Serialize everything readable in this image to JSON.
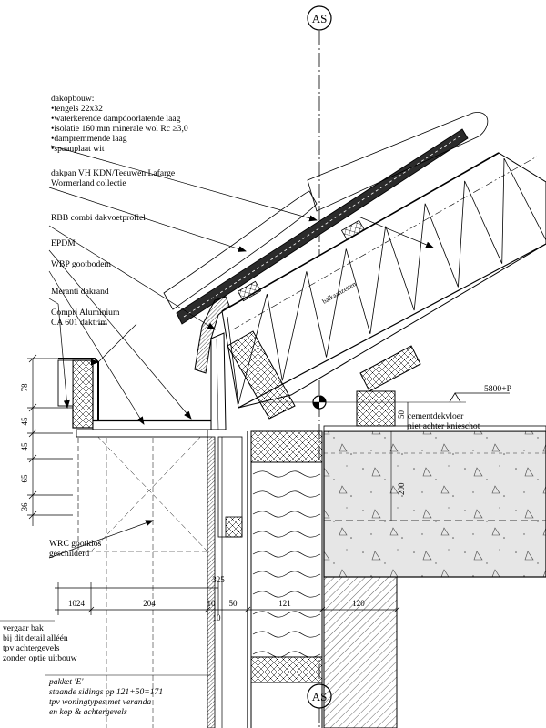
{
  "axis_marker": "AS",
  "roof_build_up": {
    "title": "dakopbouw:",
    "items": [
      "•tengels 22x32",
      "•waterkerende dampdoorlatende laag",
      "•isolatie 160 mm minerale wol Rc ≥3,0",
      "•dampremmende laag",
      "•spaanplaat wit"
    ]
  },
  "callouts": {
    "tile_line1": "dakpan VH KDN/Teeuwen Lafarge",
    "tile_line2": "Wormerland collectie",
    "eaves_profile": "RBB combi dakvoetprofiel",
    "epdm": "EPDM",
    "gutter_base": "WBP gootbodem",
    "meranti": "Meranti dakrand",
    "trim_line1": "Compri Aluminium",
    "trim_line2": "CA 601 daktrim",
    "gutter_block_line1": "WRC gootklos",
    "gutter_block_line2": "geschilderd",
    "floor_line1": "cementdekvloer",
    "floor_line2": "niet achter knieschot",
    "level": "5800+P",
    "rafter_label": "balkaanzetten"
  },
  "vertical_dims": [
    "78",
    "45",
    "45",
    "65",
    "36"
  ],
  "horizontal_dims": [
    "1024",
    "204",
    "10",
    "50",
    "121",
    "120"
  ],
  "dim_325": "325",
  "dim_10_below": "10",
  "dim_50": "50",
  "dim_200": "200",
  "note_left": [
    "vergaar bak",
    "bij dit detail alléén",
    "tpv achtergevels",
    "zonder optie uitbouw"
  ],
  "note_bottom": [
    "pakket 'E'",
    "staande sidings op 121+50=171",
    "tpv woningtypes met veranda",
    "en kop & achtergevels"
  ]
}
